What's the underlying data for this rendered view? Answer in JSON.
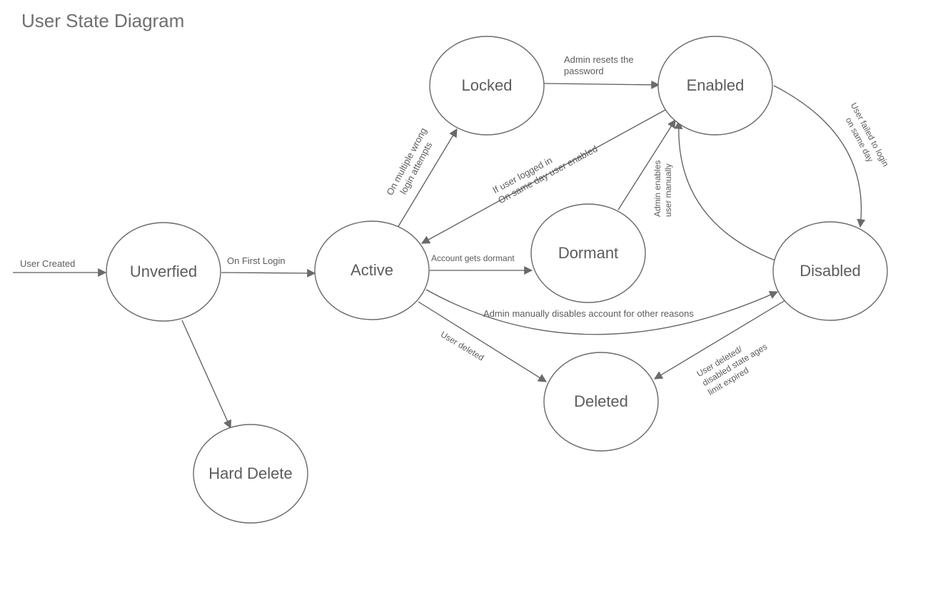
{
  "title": "User State Diagram",
  "nodes": {
    "unverified": "Unverfied",
    "active": "Active",
    "locked": "Locked",
    "enabled": "Enabled",
    "dormant": "Dormant",
    "disabled": "Disabled",
    "deleted": "Deleted",
    "hard_delete": "Hard Delete"
  },
  "edges": {
    "user_created": "User Created",
    "first_login": "On First Login",
    "wrong_login_1": "On multiple wrong",
    "wrong_login_2": "login attempts",
    "admin_resets_1": "Admin resets the",
    "admin_resets_2": "password",
    "logged_in_1": "If user logged in",
    "logged_in_2": "On same day user enabled",
    "account_dormant": "Account gets dormant",
    "admin_enables_1": "Admin enables",
    "admin_enables_2": "user manually",
    "failed_login_1": "User failed to login",
    "failed_login_2": "on same day",
    "admin_disables": "Admin manually disables account for other reasons",
    "user_deleted": "User deleted",
    "expired_1": "User deleted/",
    "expired_2": "disabled state ages",
    "expired_3": "limit expired"
  }
}
